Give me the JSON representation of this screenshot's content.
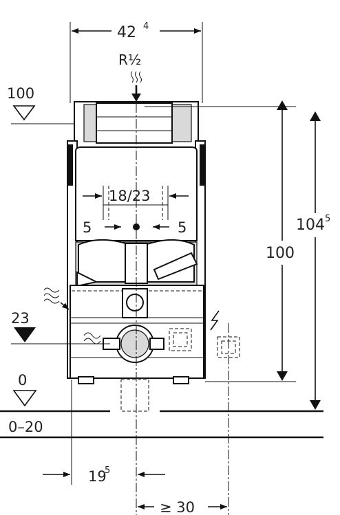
{
  "labels": {
    "width_top": "42",
    "width_top_sup": "4",
    "thread": "R½",
    "level_100": "100",
    "spacing_18_23": "18/23",
    "offset_left": "5",
    "offset_right": "5",
    "level_23": "23",
    "level_0": "0",
    "range_0_20": "0–20",
    "height_100": "100",
    "height_104": "104",
    "height_104_sup": "5",
    "offset_19": "19",
    "offset_19_sup": "5",
    "min_30": "≥ 30"
  },
  "colors": {
    "line": "#111111",
    "fill_grey": "#d9d9d9",
    "background": "#ffffff"
  }
}
